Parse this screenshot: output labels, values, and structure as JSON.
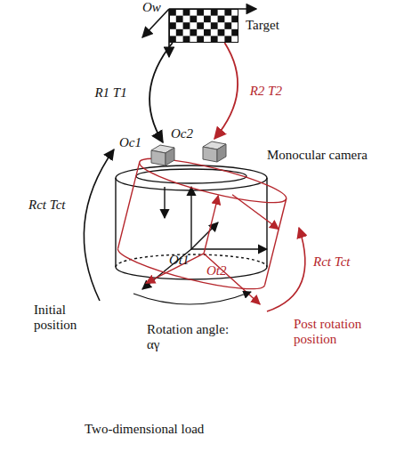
{
  "diagram": {
    "nodes": [
      {
        "text": [
          "Target"
        ]
      },
      {
        "text": [
          "Oc1"
        ]
      },
      {
        "text": [
          "Oc2"
        ]
      }
    ],
    "edges": [
      {
        "from": 0,
        "to": 1,
        "arrow": "to",
        "label": "R1 T1"
      },
      {
        "from": 0,
        "to": 2,
        "arrow": "to",
        "label": "R2 T2"
      }
    ],
    "labels": [
      "Ow",
      "Monocular camera",
      "Rct Tct",
      "Rct Tct",
      "Ot1",
      "Ot2",
      "Initial position",
      "Post rotation position",
      "Rotation angle: αγ",
      "Two-dimensional load"
    ]
  }
}
